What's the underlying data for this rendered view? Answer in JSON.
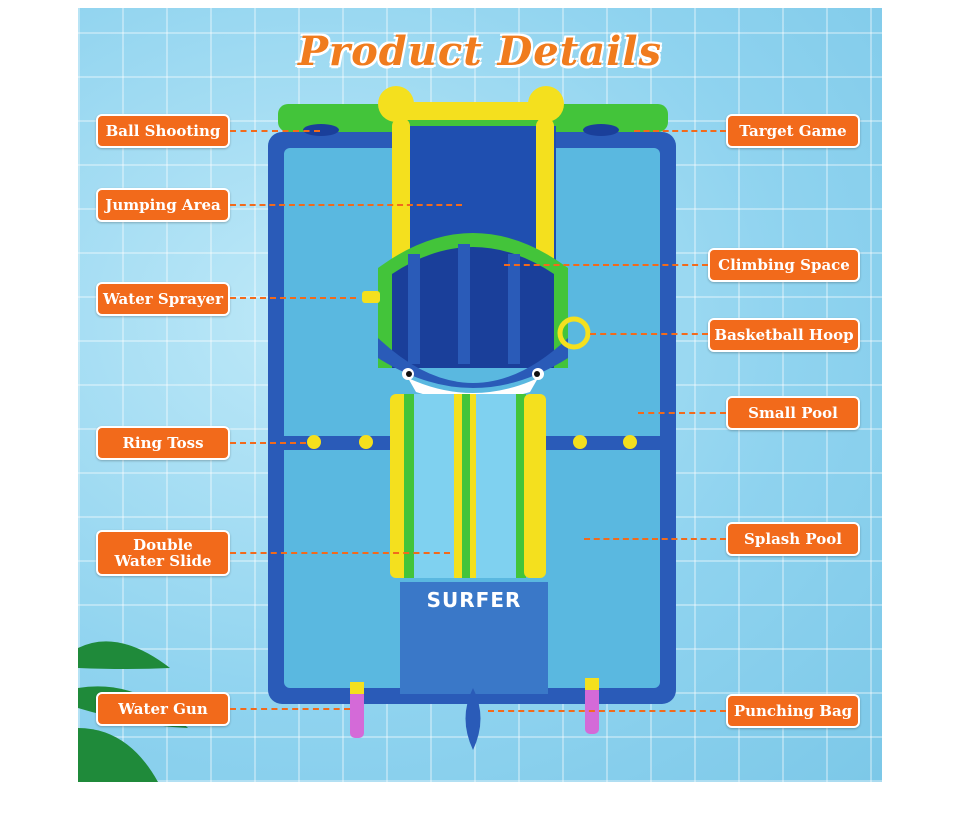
{
  "title": "Product Details",
  "colors": {
    "label_bg": "#f26a1b",
    "title": "#f07c1e",
    "pool_frame": "#2a5bb8",
    "pool_water": "#5ab8e0",
    "slide_yellow": "#f4e01e",
    "slide_green": "#43c43a"
  },
  "labels": {
    "left": [
      "Ball Shooting",
      "Jumping Area",
      "Water Sprayer",
      "Ring Toss",
      "Double Water Slide",
      "Water Gun"
    ],
    "right": [
      "Target Game",
      "Climbing Space",
      "Basketball Hoop",
      "Small Pool",
      "Splash Pool",
      "Punching Bag"
    ]
  },
  "mat_text": "SURFER",
  "icons": [
    "palm-leaf-icon",
    "shark-face-icon"
  ]
}
